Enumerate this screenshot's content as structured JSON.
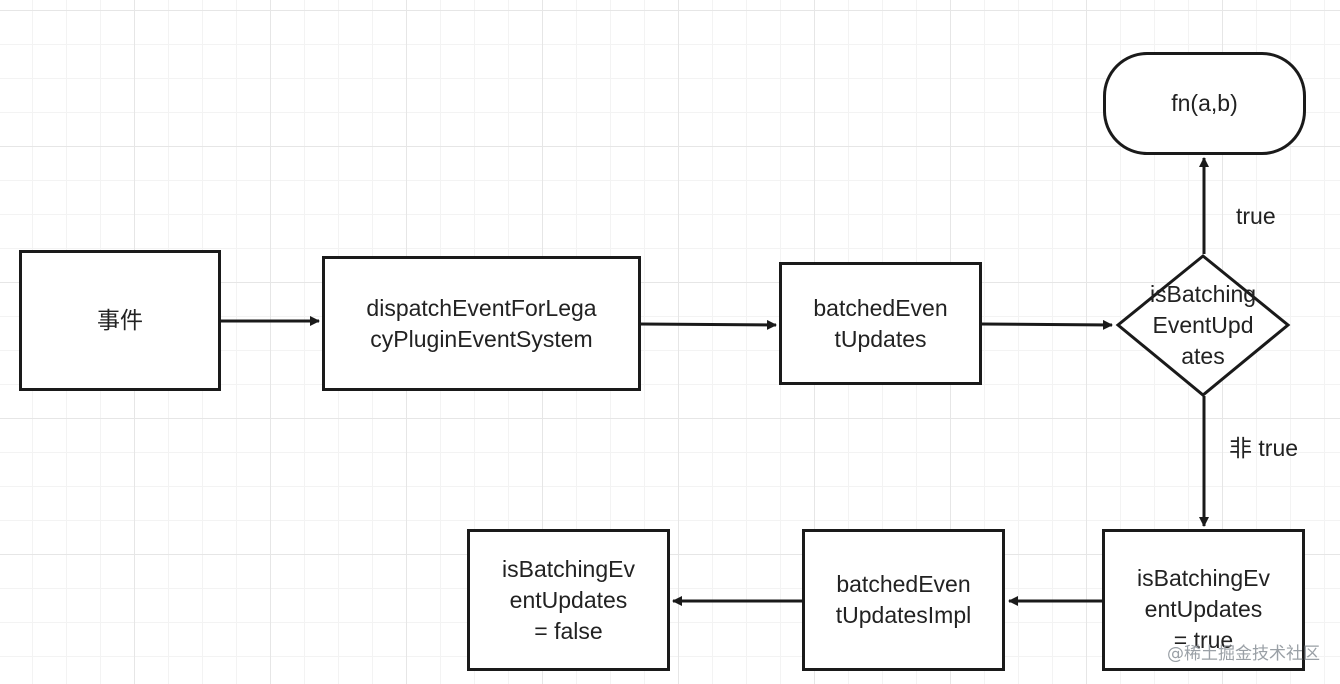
{
  "nodes": {
    "event": "事件",
    "dispatch": "dispatchEventForLega\ncyPluginEventSystem",
    "batched": "batchedEven\ntUpdates",
    "decision": "isBatching\nEventUpd\nates",
    "fn": "fn(a,b)",
    "set_true": "isBatchingEv\nentUpdates\n= true",
    "impl": "batchedEven\ntUpdatesImpl",
    "set_false": "isBatchingEv\nentUpdates\n= false"
  },
  "edge_labels": {
    "true_branch": "true",
    "not_true_branch": "非 true"
  },
  "watermark": "@稀土掘金技术社区",
  "colors": {
    "stroke": "#1a1a1a",
    "grid": "#e6e6e6",
    "background": "#ffffff"
  }
}
